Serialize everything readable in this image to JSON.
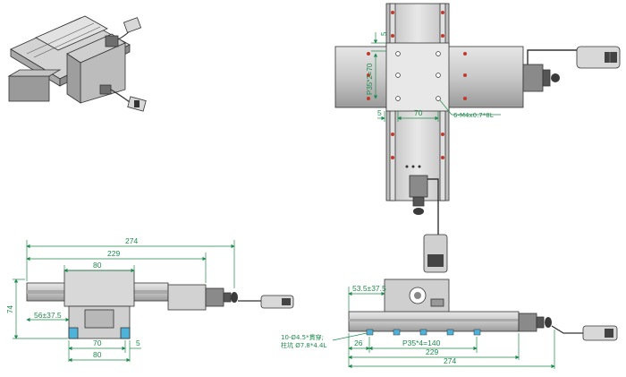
{
  "colors": {
    "dimension": "#1f8a4c",
    "outline": "#333333",
    "body_light": "#d9d9d9",
    "body_mid": "#bdbdbd",
    "body_dark": "#7a7a7a",
    "hole_red": "#c0392b",
    "connector_cyan": "#4fb3d9"
  },
  "top_view": {
    "dim_5_top": "5",
    "dim_pitch_vertical": "P35*2=70",
    "dim_5_left": "5",
    "dim_70": "70",
    "thread_callout": "6-M4x0.7*8L"
  },
  "front_view": {
    "dim_274": "274",
    "dim_229": "229",
    "dim_80_top": "80",
    "dim_74": "74",
    "dim_56": "56±37.5",
    "dim_70": "70",
    "dim_5": "5",
    "dim_80_bottom": "80"
  },
  "side_view": {
    "dim_53_5": "53.5±37.5",
    "hole_note_line1": "10-Ø4.5*貫穿;",
    "hole_note_line2": "柱坑 Ø7.8*4.4L",
    "dim_26": "26",
    "dim_pitch": "P35*4=140",
    "dim_229": "229",
    "dim_274": "274"
  }
}
